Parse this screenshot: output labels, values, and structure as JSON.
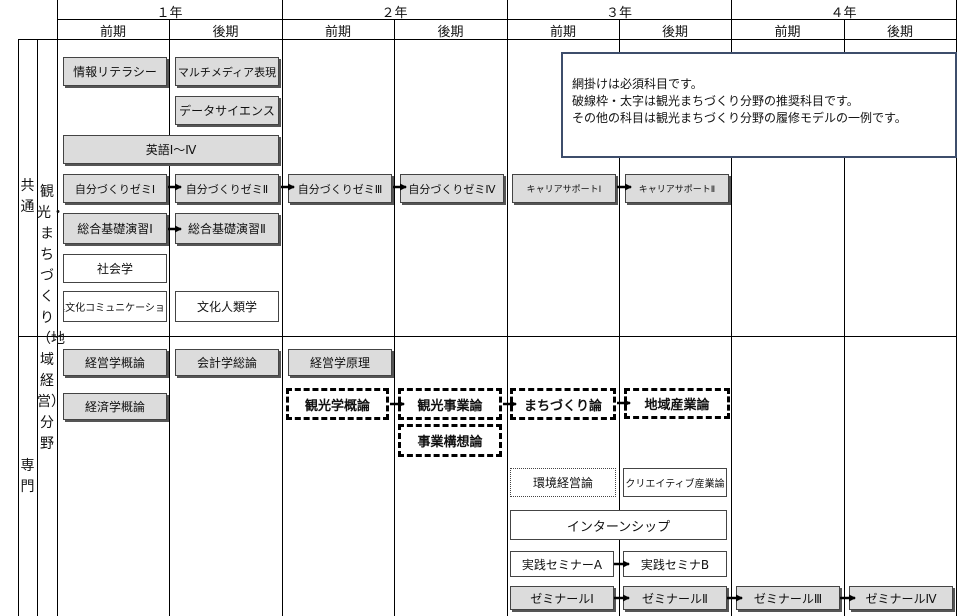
{
  "years": [
    {
      "label": "１年"
    },
    {
      "label": "２年"
    },
    {
      "label": "３年"
    },
    {
      "label": "４年"
    }
  ],
  "terms": [
    "前期",
    "後期",
    "前期",
    "後期",
    "前期",
    "後期",
    "前期",
    "後期"
  ],
  "rows": {
    "common": "共通",
    "senmon": "専門",
    "field": "観光・まちづくり（地域経営）分野"
  },
  "legend": {
    "line1": "網掛けは必須科目です。",
    "line2": "破線枠・太字は観光まちづくり分野の推奨科目です。",
    "line3": "その他の科目は観光まちづくり分野の履修モデルの一例です。"
  },
  "courses": {
    "johoLiteracy": "情報リテラシー",
    "multimedia": "マルチメディア表現",
    "dataScience": "データサイエンス",
    "eigo": "英語Ⅰ～Ⅳ",
    "seminar1": "自分づくりゼミⅠ",
    "seminar2": "自分づくりゼミⅡ",
    "seminar3": "自分づくりゼミⅢ",
    "seminar4": "自分づくりゼミⅣ",
    "career1": "キャリアサポートⅠ",
    "career2": "キャリアサポートⅡ",
    "sogo1": "総合基礎演習Ⅰ",
    "sogo2": "総合基礎演習Ⅱ",
    "shakaigaku": "社会学",
    "ibunka": "異文化コミュニケーション",
    "bunkajinrui": "文化人類学",
    "keiei": "経営学概論",
    "kaikei": "会計学総論",
    "keieiGenri": "経営学原理",
    "keizai": "経済学概論",
    "kanko": "観光学概論",
    "kankoJigyo": "観光事業論",
    "machi": "まちづくり論",
    "chiiki": "地域産業論",
    "jigyoKoso": "事業構想論",
    "kankyo": "環境経営論",
    "creative": "クリエイティブ産業論",
    "intern": "インターンシップ",
    "jissenA": "実践セミナーA",
    "jissenB": "実践セミナB",
    "zemi1": "ゼミナールⅠ",
    "zemi2": "ゼミナールⅡ",
    "zemi3": "ゼミナールⅢ",
    "zemi4": "ゼミナールⅣ"
  }
}
